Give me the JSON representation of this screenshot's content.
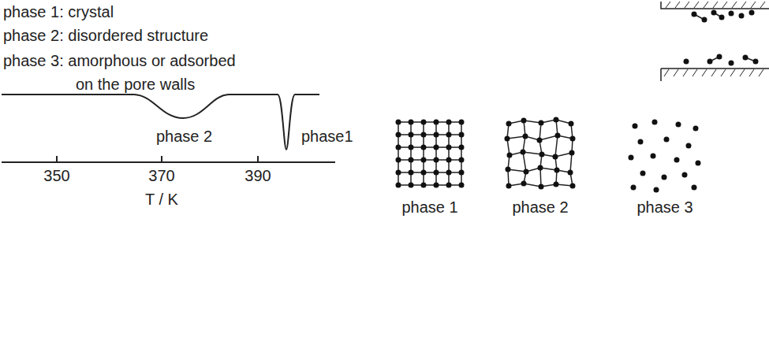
{
  "diagram": {
    "labels": [
      "phase 1: crystal",
      "phase 2: disordered structure",
      "phase 3: amorphous or adsorbed on the pore walls",
      "phase 2",
      "phase1",
      "350",
      "370",
      "390",
      "T / K",
      "phase 1",
      "phase 2",
      "phase 3"
    ]
  }
}
